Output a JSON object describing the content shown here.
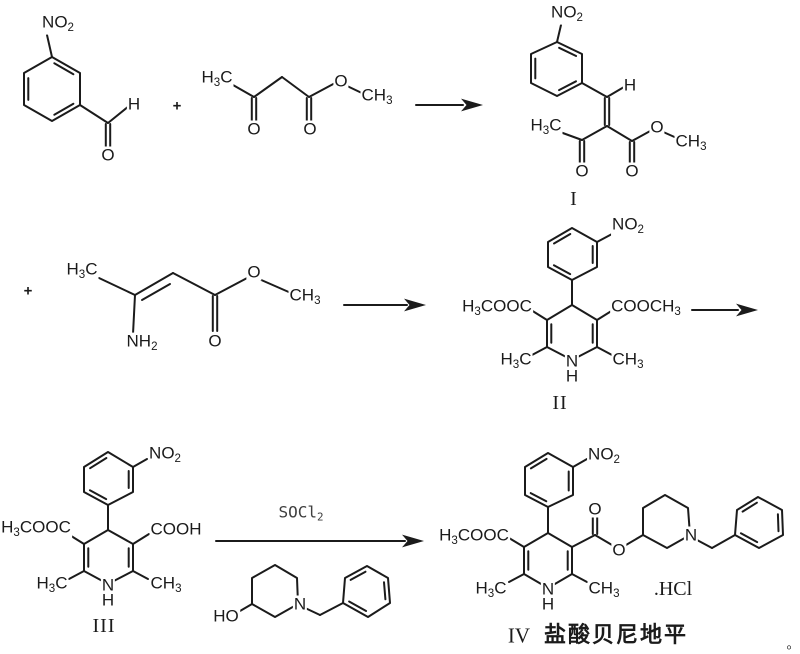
{
  "colors": {
    "ink": "#1b1b1b",
    "background": "#ffffff",
    "reagent_text": "#3f3f3f"
  },
  "row1": {
    "aldehyde": {
      "no2": "NO2",
      "h": "H",
      "o": "O"
    },
    "plus": "+",
    "acetoacetate": {
      "h3c": "H3C",
      "o_ketone": "O",
      "o_ester": "O",
      "o_link": "O",
      "ch3": "CH3"
    },
    "product_i": {
      "no2": "NO2",
      "h": "H",
      "h3c": "H3C",
      "o_acetyl": "O",
      "o_ester": "O",
      "o_link": "O",
      "ch3": "CH3",
      "numeral": "I"
    }
  },
  "row2": {
    "plus": "+",
    "aminocrotonate": {
      "h3c": "H3C",
      "nh2": "NH2",
      "o_ester": "O",
      "o_link": "O",
      "ch3": "CH3"
    },
    "product_ii": {
      "no2": "NO2",
      "ester_left": "H3COOC",
      "ester_right": "COOCH3",
      "h3c": "H3C",
      "ch3": "CH3",
      "n": "N",
      "h": "H",
      "numeral": "II"
    }
  },
  "row3": {
    "product_iii": {
      "no2": "NO2",
      "ester_left": "H3COOC",
      "acid": "COOH",
      "h3c": "H3C",
      "ch3": "CH3",
      "n": "N",
      "h": "H",
      "numeral": "III"
    },
    "arrow_reagent": "SOCl2",
    "piperidinol": {
      "ho": "HO",
      "n": "N"
    },
    "product_iv": {
      "no2": "NO2",
      "ester_left": "H3COOC",
      "o_carbonyl": "O",
      "o_link": "O",
      "h3c": "H3C",
      "ch3": "CH3",
      "n": "N",
      "h": "H",
      "n_piperidine": "N",
      "salt": ".HCl",
      "numeral": "IV",
      "name_cn": "盐酸贝尼地平"
    }
  },
  "footnote": "。"
}
